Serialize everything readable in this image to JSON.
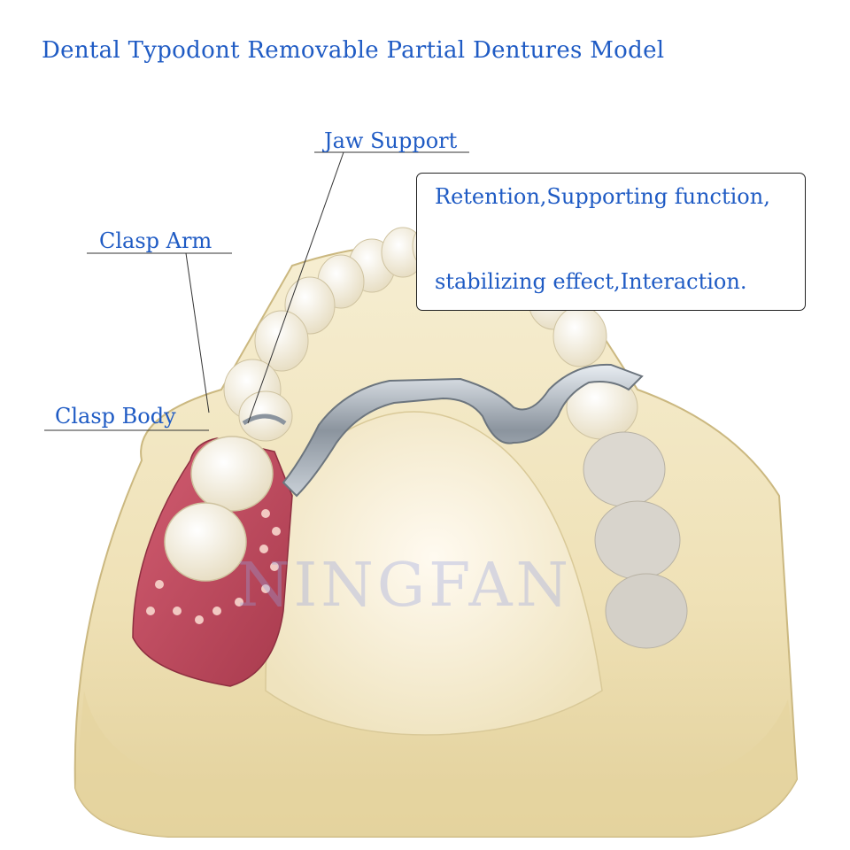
{
  "title": "Dental Typodont Removable Partial Dentures Model",
  "labels": {
    "jaw_support": "Jaw Support",
    "clasp_arm": "Clasp Arm",
    "clasp_body": "Clasp Body"
  },
  "description": {
    "line1": "Retention,Supporting function,",
    "line2": "stabilizing effect,Interaction."
  },
  "watermark": "NINGFAN",
  "colors": {
    "label_text": "#1f5bc4",
    "model_base": "#f1e6c2",
    "gum": "#c84a5e",
    "metal": "#9aa3ad"
  }
}
